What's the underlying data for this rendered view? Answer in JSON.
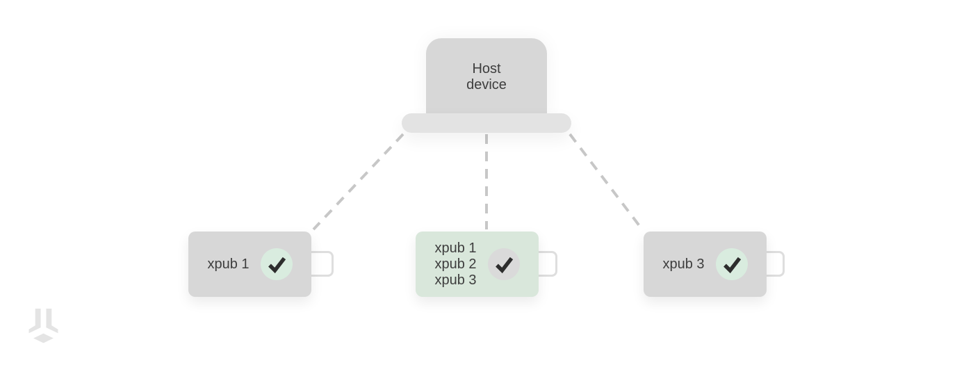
{
  "host": {
    "lines": [
      "Host",
      "device"
    ]
  },
  "devices": [
    {
      "labels": [
        "xpub 1"
      ],
      "variant": "gray",
      "checked": true
    },
    {
      "labels": [
        "xpub 1",
        "xpub 2",
        "xpub 3"
      ],
      "variant": "green",
      "checked": true
    },
    {
      "labels": [
        "xpub 3"
      ],
      "variant": "gray",
      "checked": true
    }
  ],
  "icons": {
    "check": "check-icon",
    "brand": "bitbox-logo"
  },
  "colors": {
    "background": "#ffffff",
    "laptop_screen": "#d7d7d7",
    "laptop_base": "#e3e3e3",
    "device_gray": "#d7d7d7",
    "device_green": "#d9e7db",
    "check_circle_green": "#d9ecdf",
    "check_circle_gray": "#dadada",
    "checkmark": "#2d2d2d",
    "dashed_line": "#c7c7c7",
    "connector_border": "#dedede",
    "text": "#3d3d3d",
    "logo": "#e4e4e4"
  }
}
